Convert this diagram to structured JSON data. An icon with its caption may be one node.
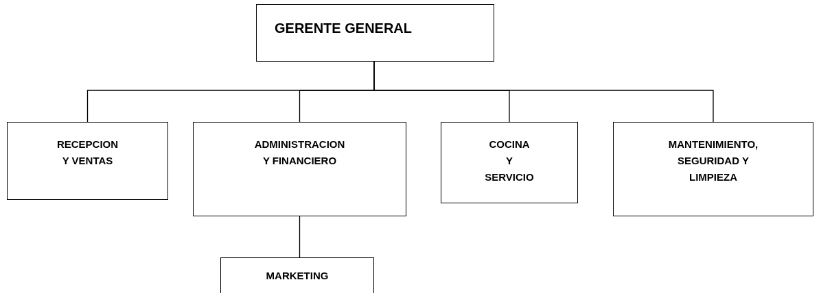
{
  "diagram": {
    "nodes": [
      {
        "text": [
          "GERENTE GENERAL"
        ]
      },
      {
        "text": [
          "RECEPCION Y VENTAS"
        ]
      },
      {
        "text": [
          "ADMINISTRACION Y FINANCIERO"
        ]
      },
      {
        "text": [
          "COCINA Y SERVICIO"
        ]
      },
      {
        "text": [
          "MANTENIMIENTO, SEGURIDAD Y LIMPIEZA"
        ]
      },
      {
        "text": [
          "MARKETING"
        ]
      }
    ],
    "edges": [
      {
        "from": 0,
        "to": 1,
        "arrow": "none"
      },
      {
        "from": 0,
        "to": 2,
        "arrow": "none"
      },
      {
        "from": 0,
        "to": 3,
        "arrow": "none"
      },
      {
        "from": 0,
        "to": 4,
        "arrow": "none"
      },
      {
        "from": 2,
        "to": 5,
        "arrow": "none"
      }
    ]
  }
}
